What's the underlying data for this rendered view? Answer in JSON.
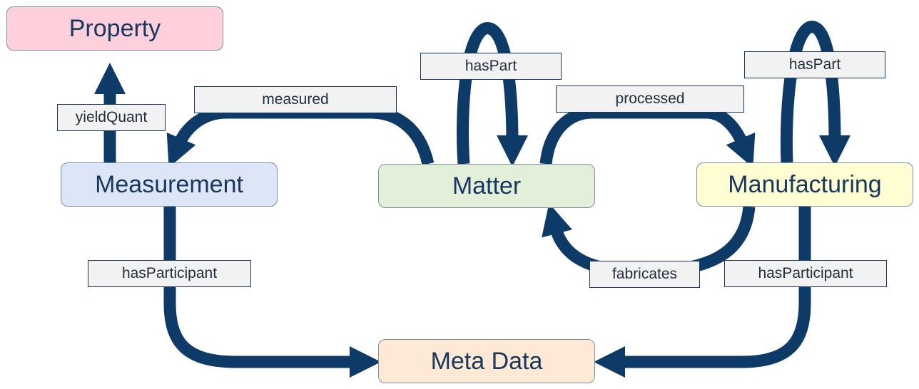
{
  "diagram": {
    "nodes": {
      "property": "Property",
      "measurement": "Measurement",
      "matter": "Matter",
      "manufacturing": "Manufacturing",
      "metadata": "Meta Data"
    },
    "edges": {
      "yieldquant": "yieldQuant",
      "measured": "measured",
      "haspart_matter": "hasPart",
      "processed": "processed",
      "haspart_manufacturing": "hasPart",
      "hasparticipant_measurement": "hasParticipant",
      "fabricates": "fabricates",
      "hasparticipant_manufacturing": "hasParticipant"
    },
    "colors": {
      "arrow": "#0d3a66",
      "property_fill": "#fdd0dc",
      "measurement_fill": "#dde6f6",
      "matter_fill": "#e2efd9",
      "manufacturing_fill": "#fefed2",
      "metadata_fill": "#fde9d4",
      "label_fill": "#f2f2f2",
      "text": "#17375e"
    }
  }
}
